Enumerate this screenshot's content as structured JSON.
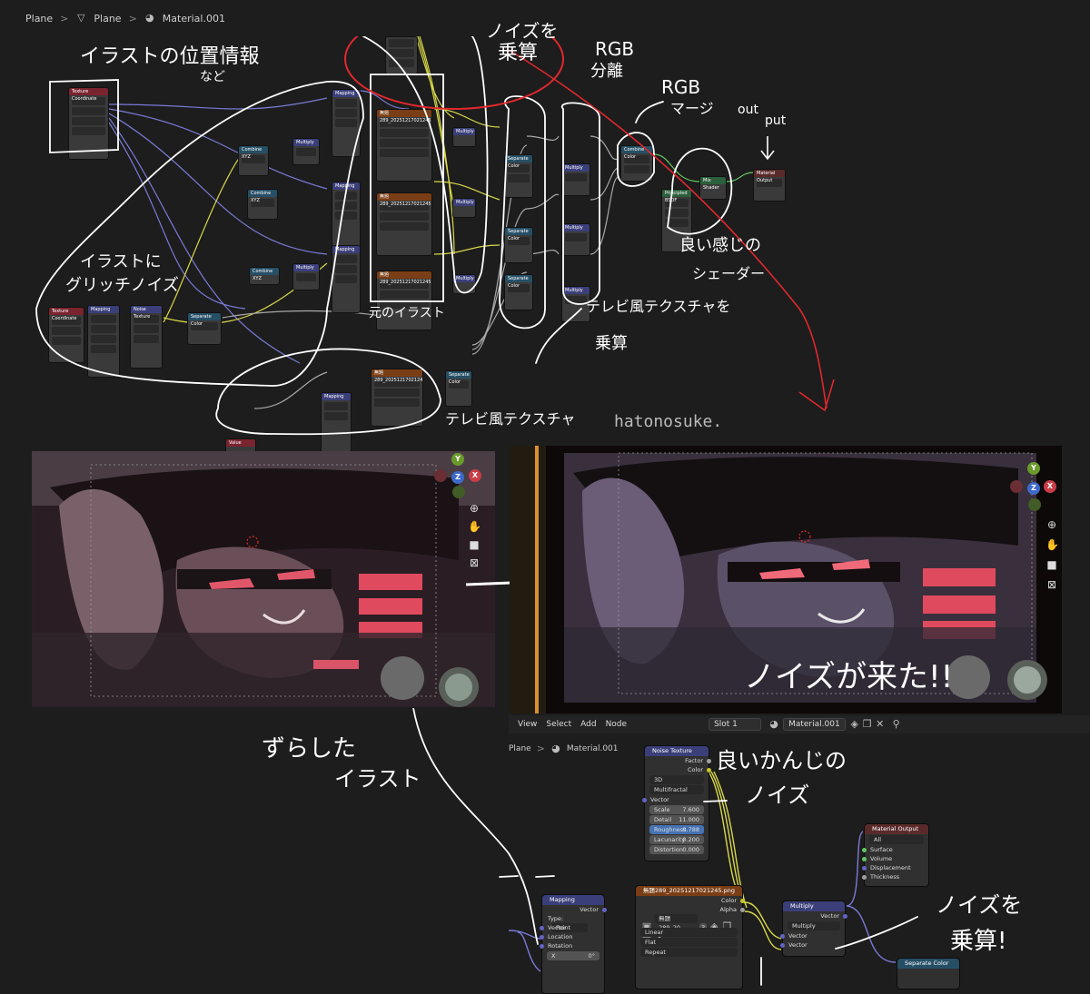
{
  "breadcrumb_top": {
    "item1": "Plane",
    "item2": "Plane",
    "item3": "Material.001"
  },
  "annotations": {
    "top_left": "イラストの位置情報",
    "top_left_sub": "など",
    "noise_multiply": "ノイズを",
    "noise_multiply2": "乗算",
    "rgb_separate": "RGB",
    "rgb_separate2": "分離",
    "rgb_merge": "RGB",
    "rgb_merge2": "マージ",
    "output": "out",
    "output2": "put",
    "glitch": "イラストに",
    "glitch2": "グリッチノイズ",
    "original": "元のイラスト",
    "tv_texture": "テレビ風テクスチャ",
    "tv_multiply": "テレビ風テクスチャを",
    "tv_multiply2": "乗算",
    "shader": "良い感じの",
    "shader2": "シェーダー",
    "signature": "hatonosuke.",
    "noise_came": "ノイズが来た!!",
    "shifted": "ずらした",
    "shifted2": "イラスト",
    "good_noise": "良いかんじの",
    "good_noise2": "ノイズ",
    "noise_multiply_b": "ノイズを",
    "noise_multiply_b2": "乗算!"
  },
  "viewport_gizmo": {
    "y": "Y",
    "z": "Z",
    "x": "X"
  },
  "node_header": {
    "view": "View",
    "select": "Select",
    "add": "Add",
    "node": "Node",
    "slot": "Slot 1",
    "material": "Material.001"
  },
  "breadcrumb_bottom": {
    "item1": "Plane",
    "item2": "Material.001"
  },
  "noise_node": {
    "title": "Noise Texture",
    "out_factor": "Factor",
    "out_color": "Color",
    "dim": "3D",
    "type": "Multifractal",
    "in_vector": "Vector",
    "params": [
      {
        "label": "Scale",
        "value": "7.600"
      },
      {
        "label": "Detail",
        "value": "11.000"
      },
      {
        "label": "Roughness",
        "value": "0.788"
      },
      {
        "label": "Lacunarity",
        "value": "0.200"
      },
      {
        "label": "Distortion",
        "value": "0.000"
      }
    ]
  },
  "material_output": {
    "title": "Material Output",
    "target": "All",
    "inputs": [
      "Surface",
      "Volume",
      "Displacement",
      "Thickness"
    ]
  },
  "mapping_node": {
    "title": "Mapping",
    "out": "Vector",
    "type_label": "Type:",
    "type_value": "Point",
    "inputs": [
      "Vector",
      "Location",
      "Rotation"
    ],
    "x_label": "X",
    "x_value": "0°"
  },
  "image_node": {
    "title": "無題289_20251217021245.png",
    "out_color": "Color",
    "out_alpha": "Alpha",
    "file": "無題289_20...",
    "users": "3",
    "interp": "Linear",
    "proj": "Flat",
    "ext": "Repeat"
  },
  "multiply_node": {
    "title": "Multiply",
    "out": "Vector",
    "op": "Multiply",
    "inputs": [
      "Vector",
      "Vector"
    ]
  },
  "separate_node": {
    "title": "Separate Color"
  },
  "mini_nodes": {
    "tex_coord": "Texture Coordinate",
    "mapping": "Mapping",
    "noise": "Noise Texture",
    "sep_color": "Separate Color",
    "combine_xyz": "Combine XYZ",
    "multiply": "Multiply",
    "image": "無題289_20251217021245.png",
    "combine_color": "Combine Color",
    "principled": "Principled BSDF",
    "mix_shader": "Mix Shader",
    "mat_out": "Material Output",
    "value": "Value"
  }
}
